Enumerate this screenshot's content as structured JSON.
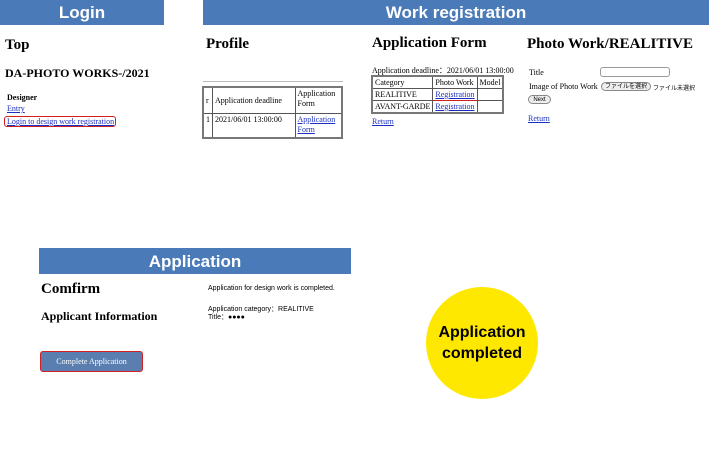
{
  "banners": {
    "login": "Login",
    "work_registration": "Work registration",
    "application": "Application"
  },
  "login_panel": {
    "title": "Top",
    "subtitle": "DA-PHOTO WORKS-/2021",
    "section": "Designer",
    "entry_link": "Entry",
    "login_link": "Login to design work registration"
  },
  "profile_panel": {
    "title": "Profile",
    "col_deadline": "Application deadline",
    "col_form": "Application Form",
    "row_deadline": "2021/06/01 13:00:00",
    "row_link": "Application Form",
    "cut_left_1": "r",
    "cut_left_2": "1"
  },
  "form_panel": {
    "title": "Application Form",
    "deadline": "Application deadline：2021/06/01 13:00:00",
    "headers": [
      "Category",
      "Photo Work",
      "Model"
    ],
    "rows": [
      {
        "category": "REALITIVE",
        "link": "Registration"
      },
      {
        "category": "AVANT-GARDE",
        "link": "Registration"
      }
    ],
    "return_link": "Return"
  },
  "photo_panel": {
    "title": "Photo Work/REALITIVE",
    "title_label": "Title",
    "image_label": "Image of Photo Work",
    "file_button": "ファイルを選択",
    "file_status": "ファイル未選択",
    "next_button": "Next",
    "return_link": "Return"
  },
  "confirm_panel": {
    "title": "Comfirm",
    "section": "Applicant Information",
    "button": "Complete Application",
    "msg_completed": "Application for design work is completed.",
    "msg_category": "Application category：REALITIVE",
    "msg_title": "Title：●●●●"
  },
  "completed_badge": {
    "line1": "Application",
    "line2": "completed",
    "color": "#ffe800"
  },
  "colors": {
    "banner": "#4a7ab8",
    "highlight": "#d02020",
    "link": "#1a2fbf"
  }
}
